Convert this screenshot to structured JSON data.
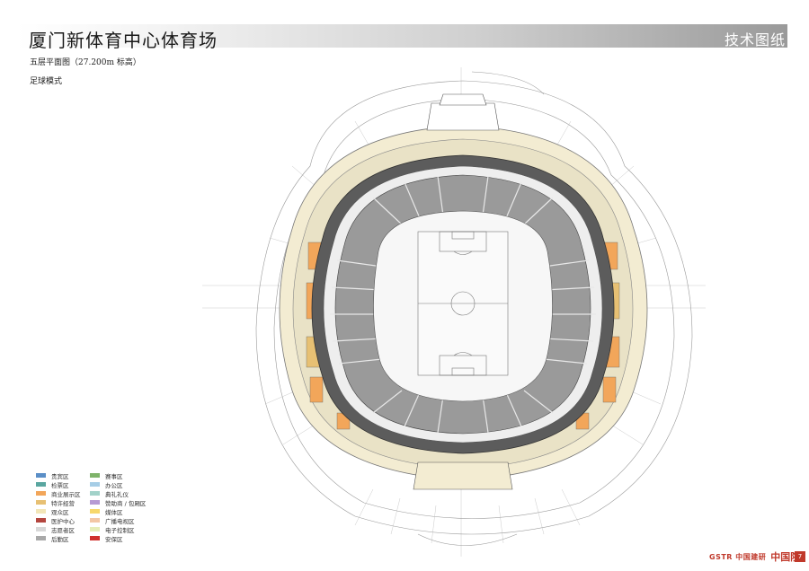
{
  "header": {
    "title": "厦门新体育中心体育场",
    "section": "技术图纸"
  },
  "drawing": {
    "subtitle": "五层平面图（27.200m 标高）",
    "mode": "足球模式"
  },
  "legend": [
    {
      "label": "贵宾区",
      "color": "#5b8fc7"
    },
    {
      "label": "检票区",
      "color": "#5aa6a0"
    },
    {
      "label": "商业展示区",
      "color": "#f2a65a"
    },
    {
      "label": "特许经营",
      "color": "#e7c073"
    },
    {
      "label": "观众区",
      "color": "#f2e6b8"
    },
    {
      "label": "医护中心",
      "color": "#b4463f"
    },
    {
      "label": "志愿者区",
      "color": "#d8d8d8"
    },
    {
      "label": "后勤区",
      "color": "#a9a9a9"
    },
    {
      "label": "赛事区",
      "color": "#7fb36a"
    },
    {
      "label": "办公区",
      "color": "#a6cde6"
    },
    {
      "label": "典礼礼仪",
      "color": "#a2d2c9"
    },
    {
      "label": "赞助商 / 包厢区",
      "color": "#b69ad3"
    },
    {
      "label": "媒体区",
      "color": "#f7d86b"
    },
    {
      "label": "广播电视区",
      "color": "#f3c7a6"
    },
    {
      "label": "电子控制区",
      "color": "#e6edb8"
    },
    {
      "label": "安保区",
      "color": "#d0312d"
    }
  ],
  "footer": {
    "logo_left": "GSTR 中国建研",
    "logo_right": "中国院",
    "page": "7"
  }
}
